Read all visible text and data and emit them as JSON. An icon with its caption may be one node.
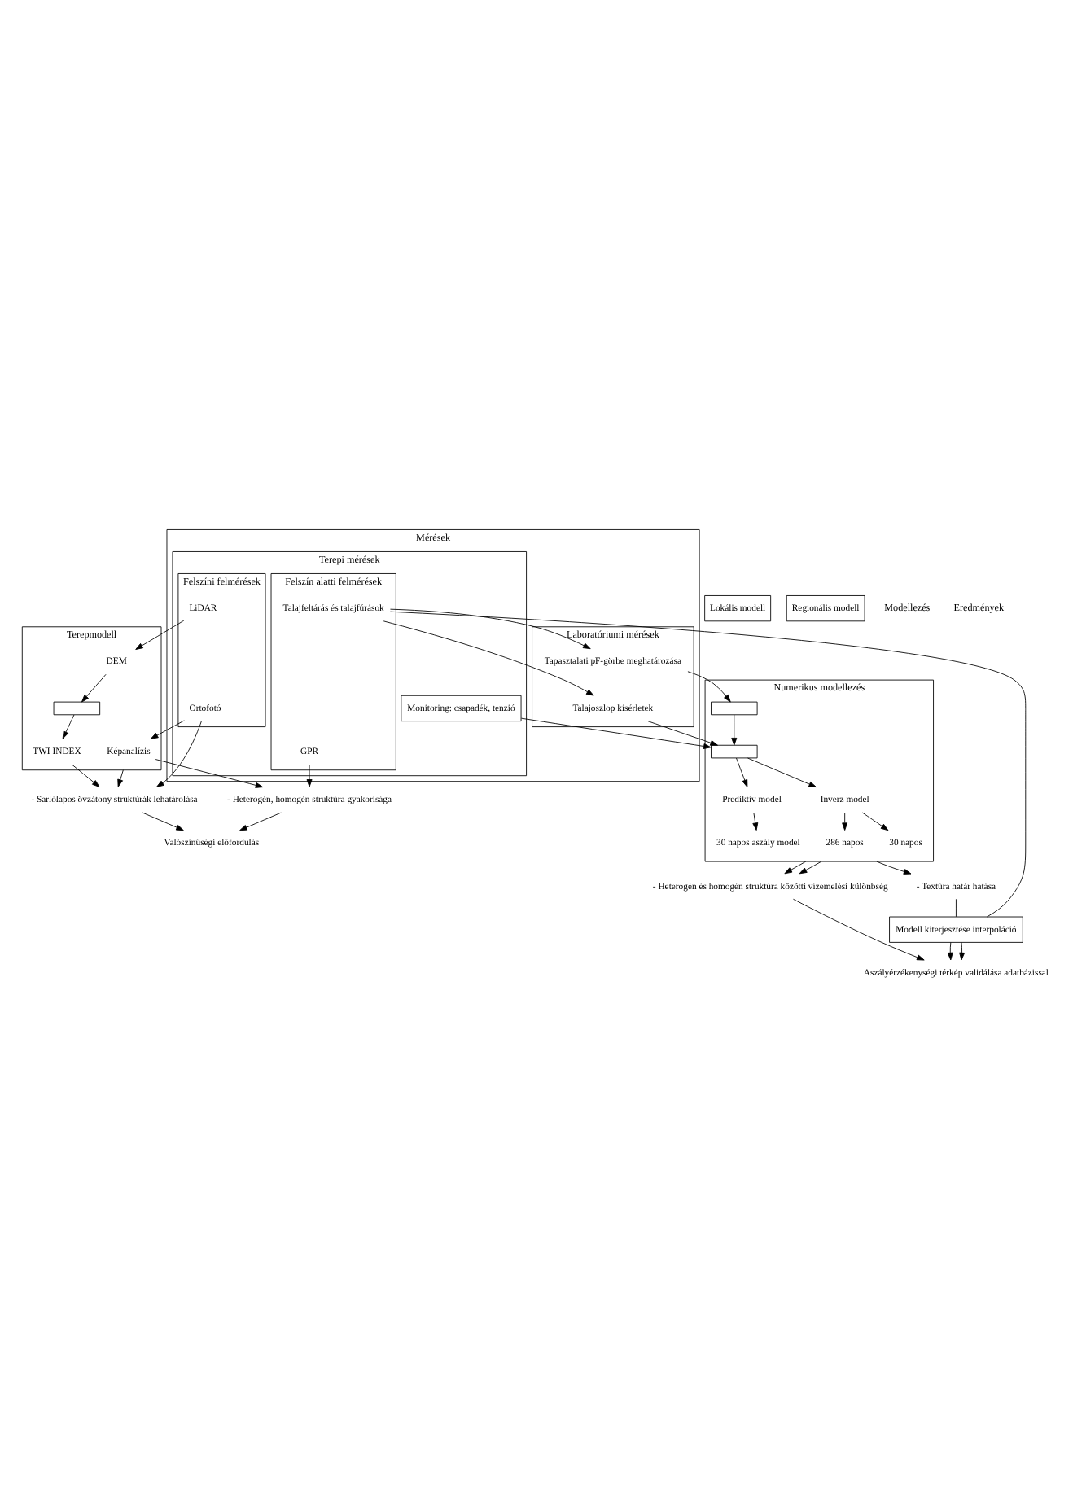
{
  "diagram": {
    "nodes": [
      {
        "text": [
          "Mérések"
        ]
      },
      {
        "text": [
          "Terepi mérések"
        ],
        "in": 0
      },
      {
        "text": [
          "Laboratóriumi mérések"
        ],
        "in": 0
      },
      {
        "text": [
          "Felszíni felmérések"
        ],
        "in": 1
      },
      {
        "text": [
          "Felszín alatti felmérések"
        ],
        "in": 1
      },
      {
        "text": [
          "Ortofotó"
        ],
        "in": 3
      },
      {
        "text": [
          "LiDAR"
        ],
        "in": 3
      },
      {
        "text": [
          "Talajfeltárás és talajfúrások"
        ],
        "in": 4
      },
      {
        "text": [
          "Monitoring: csapadék, tenzió"
        ],
        "in": 1
      },
      {
        "text": [
          "GPR"
        ],
        "in": 4
      },
      {
        "text": [
          "Tapasztalati pF-görbe meghatározása"
        ],
        "in": 2
      },
      {
        "text": [
          "Talajoszlop kísérletek"
        ],
        "in": 2
      },
      {
        "text": [
          "Terepmodell"
        ]
      },
      {
        "text": [
          "DEM"
        ],
        "in": 12
      },
      {
        "text": [],
        "shape": "box",
        "in": 12
      },
      {
        "text": [
          "TWI INDEX"
        ],
        "in": 12
      },
      {
        "text": [
          "Képanalízis"
        ],
        "in": 12
      },
      {
        "text": [
          "Numerikus modellezés"
        ]
      },
      {
        "text": [],
        "shape": "box",
        "in": 17
      },
      {
        "text": [],
        "shape": "box",
        "in": 17
      },
      {
        "text": [
          "Prediktív model"
        ],
        "in": 17
      },
      {
        "text": [
          "Inverz model"
        ],
        "in": 17
      },
      {
        "text": [
          "30 napos aszály model"
        ],
        "in": 17
      },
      {
        "text": [
          "30 napos"
        ],
        "in": 17
      },
      {
        "text": [
          "286 napos"
        ],
        "in": 17
      },
      {
        "text": [
          "- Sarlólapos övzátony struktúrák lehatárolása"
        ]
      },
      {
        "text": [
          "- Heterogén, homogén struktúra gyakorisága"
        ]
      },
      {
        "text": [
          "Lokális modell"
        ]
      },
      {
        "text": [
          "Valószínűségi előfordulás"
        ]
      },
      {
        "text": [
          "- Textúra határ hatása"
        ]
      },
      {
        "text": [
          "- Heterogén és homogén struktúra közötti vízemelési különbség"
        ]
      },
      {
        "text": [
          "Modell kiterjesztése interpoláció"
        ]
      },
      {
        "text": [
          "Regionális modell"
        ]
      },
      {
        "text": [
          "Aszályérzékenységi térkép validálása adatbázissal"
        ]
      }
    ],
    "edges": [
      {
        "from": 7,
        "to": 10,
        "arrow": "to"
      },
      {
        "from": 7,
        "to": 11,
        "arrow": "to"
      },
      {
        "from": 5,
        "to": 16,
        "arrow": "to"
      },
      {
        "from": 5,
        "to": 25,
        "arrow": "to"
      },
      {
        "from": 6,
        "to": 13,
        "arrow": "to"
      },
      {
        "from": 13,
        "to": 14,
        "arrow": "to"
      },
      {
        "from": 14,
        "to": 15,
        "arrow": "to"
      },
      {
        "from": 12,
        "to": 25,
        "arrow": "to"
      },
      {
        "from": 15,
        "to": 25,
        "arrow": "to"
      },
      {
        "from": 16,
        "to": 26,
        "arrow": "to"
      },
      {
        "from": 9,
        "to": 26,
        "arrow": "to"
      },
      {
        "from": 25,
        "to": 28,
        "arrow": "to"
      },
      {
        "from": 26,
        "to": 28,
        "arrow": "to"
      },
      {
        "from": 8,
        "to": 19,
        "arrow": "to"
      },
      {
        "from": 10,
        "to": 18,
        "arrow": "to"
      },
      {
        "from": 11,
        "to": 19,
        "arrow": "to"
      },
      {
        "from": 18,
        "to": 19,
        "arrow": "to"
      },
      {
        "from": 19,
        "to": 20,
        "arrow": "to"
      },
      {
        "from": 19,
        "to": 21,
        "arrow": "to"
      },
      {
        "from": 20,
        "to": 22,
        "arrow": "to"
      },
      {
        "from": 21,
        "to": 23,
        "arrow": "to"
      },
      {
        "from": 21,
        "to": 24,
        "arrow": "to"
      },
      {
        "from": 17,
        "to": 29,
        "arrow": "to"
      },
      {
        "from": 17,
        "to": 30,
        "arrow": "to"
      },
      {
        "from": 17,
        "to": 30,
        "arrow": "to"
      },
      {
        "from": 7,
        "to": 31,
        "arrow": "none"
      },
      {
        "from": 29,
        "to": 31,
        "arrow": "none"
      },
      {
        "from": 31,
        "to": 33,
        "arrow": "to"
      },
      {
        "from": 31,
        "to": 33,
        "arrow": "to"
      },
      {
        "from": 30,
        "to": 33,
        "arrow": "to"
      }
    ],
    "labels": [
      "Modellezés",
      "Eredmények"
    ]
  }
}
